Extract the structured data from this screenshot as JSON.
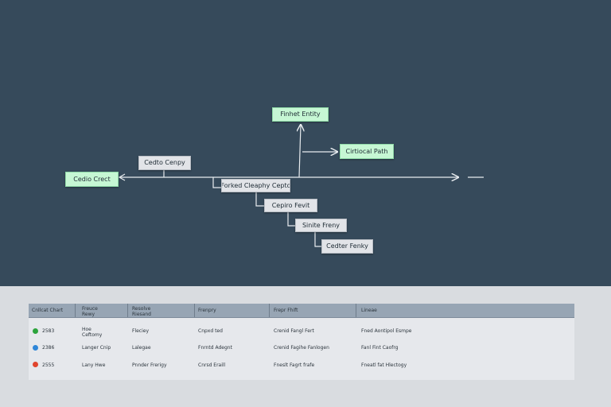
{
  "nodes": {
    "final_entity": "Finhet Entity",
    "critical_path": "Cirtiocal Path",
    "center_copy": "Cedto Cenpy",
    "cedio_crect": "Cedio Crect",
    "forked_display": "Forked Cleaphy Cepto",
    "cepiro_fevit": "Cepiro Fevit",
    "sinite_freny": "Sinite Freny",
    "cedter_fenky": "Cedter Fenky"
  },
  "table": {
    "headers": [
      "Cnllcat Chart",
      "Freuce\nRewy",
      "Resolve\nRiesand",
      "Frenpry",
      "Frepr Fhift",
      "Lineae"
    ],
    "rows": [
      {
        "dot_color": "#2ca33c",
        "id": "2583",
        "c1": "Hoe\nCeftomy",
        "c2": "Fleciey",
        "c3": "Cnpxd ted",
        "c4": "Crenid Fangl Fert",
        "c5": "Fned Aontipol Esmpe"
      },
      {
        "dot_color": "#2f86d8",
        "id": "2386",
        "c1": "Langer Cnip",
        "c2": "Lalegae",
        "c3": "Fnrntd Adegnt",
        "c4": "Crenid Fagihe Fanlogen",
        "c5": "Fanl Fint Caofrg"
      },
      {
        "dot_color": "#e0452e",
        "id": "2555",
        "c1": "Lany Hwe",
        "c2": "Pnnder Frerigy",
        "c3": "Cnrsd Eraill",
        "c4": "Fneslt Fagrt frafe",
        "c5": "Fneatl fat Hlectogy"
      }
    ]
  }
}
